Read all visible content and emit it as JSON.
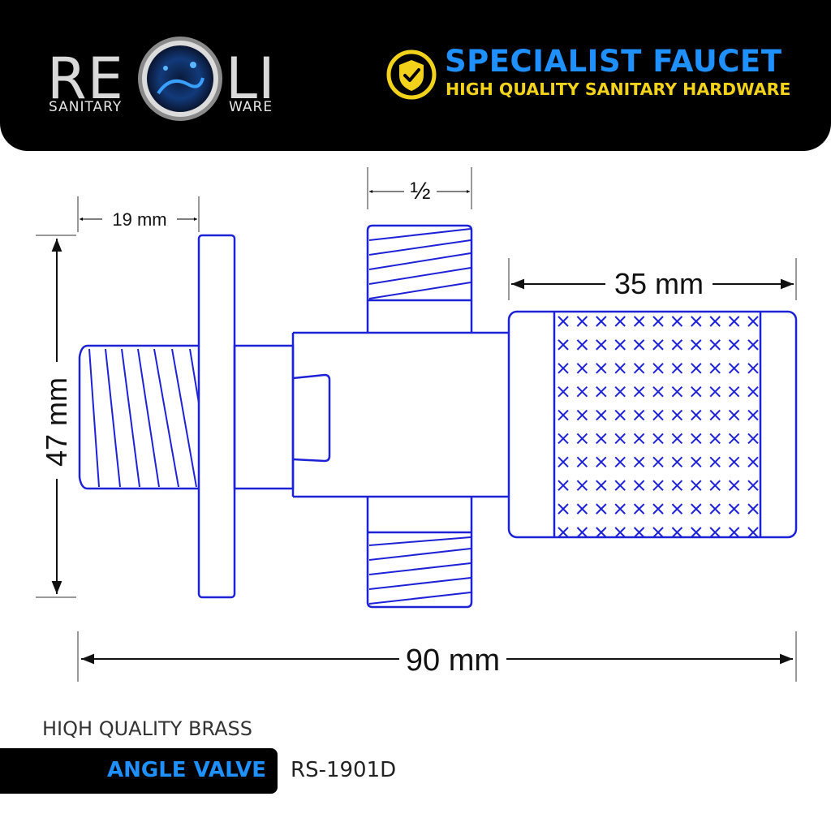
{
  "header": {
    "brand": {
      "left": "RE",
      "right": "LI",
      "sub_left": "SANITARY",
      "sub_right": "WARE"
    },
    "tagline": {
      "title": "SPECIALIST FAUCET",
      "subtitle": "HIGH QUALITY SANITARY HARDWARE"
    },
    "badge_icon": "shield-check-icon"
  },
  "dimensions": {
    "thread_length": "19 mm",
    "port_size": "½",
    "handle_length": "35 mm",
    "height": "47 mm",
    "total_length": "90 mm"
  },
  "footer": {
    "material": "HIQH QUALITY BRASS",
    "product_name": "ANGLE VALVE",
    "product_code": "RS-1901D"
  },
  "colors": {
    "line": "#1e22d6",
    "accent": "#1e90ff",
    "tagline_sub": "#f2d21b",
    "dark": "#000000"
  }
}
